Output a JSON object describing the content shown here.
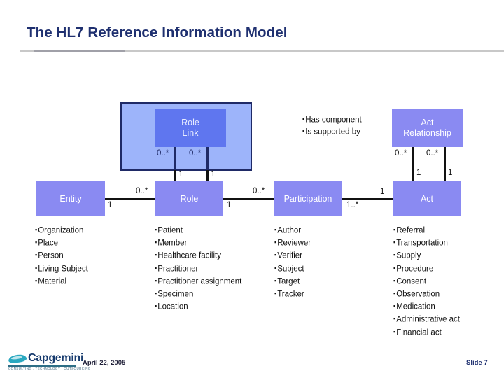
{
  "slide": {
    "title": "The HL7 Reference Information Model",
    "footer_date": "April 22, 2005",
    "slide_number": "Slide 7",
    "logo": {
      "wordmark": "Capgemini",
      "tagline": "CONSULTING . TECHNOLOGY . OUTSOURCING",
      "swoosh_color": "#2aa8c0",
      "wordmark_color": "#173b6e"
    },
    "colors": {
      "title": "#1f3070",
      "entity_box": "#8a8af2",
      "outer_box": "#9db4fa",
      "inner_box": "#5f76ef",
      "border": "#1f2a66",
      "connector": "#111111"
    }
  },
  "diagram": {
    "role_link": {
      "label_line1": "Role",
      "label_line2": "Link",
      "left_multiplicity": "0..*",
      "right_multiplicity": "0..*",
      "left_lower_multiplicity": "1",
      "right_lower_multiplicity": "1"
    },
    "act_relationship": {
      "label_line1": "Act",
      "label_line2": "Relationship",
      "left_multiplicity": "0..*",
      "right_multiplicity": "0..*",
      "left_lower_multiplicity": "1",
      "right_lower_multiplicity": "1"
    },
    "notes": {
      "line1": "Has component",
      "line2": "Is supported by"
    },
    "classes": [
      {
        "name": "Entity",
        "items": [
          "Organization",
          "Place",
          "Person",
          "Living Subject",
          "Material"
        ]
      },
      {
        "name": "Role",
        "items": [
          "Patient",
          "Member",
          "Healthcare facility",
          "Practitioner",
          "Practitioner assignment",
          "Specimen",
          "Location"
        ]
      },
      {
        "name": "Participation",
        "items": [
          "Author",
          "Reviewer",
          "Verifier",
          "Subject",
          "Target",
          "Tracker"
        ]
      },
      {
        "name": "Act",
        "items": [
          "Referral",
          "Transportation",
          "Supply",
          "Procedure",
          "Consent",
          "Observation",
          "Medication",
          "Administrative act",
          "Financial act"
        ]
      }
    ],
    "associations": [
      {
        "from": "Entity",
        "to": "Role",
        "upper": "0..*",
        "lower": "1"
      },
      {
        "from": "Role",
        "to": "Participation",
        "upper": "0..*",
        "lower": "1"
      },
      {
        "from": "Participation",
        "to": "Act",
        "upper": "1",
        "lower": "1..*"
      }
    ]
  }
}
